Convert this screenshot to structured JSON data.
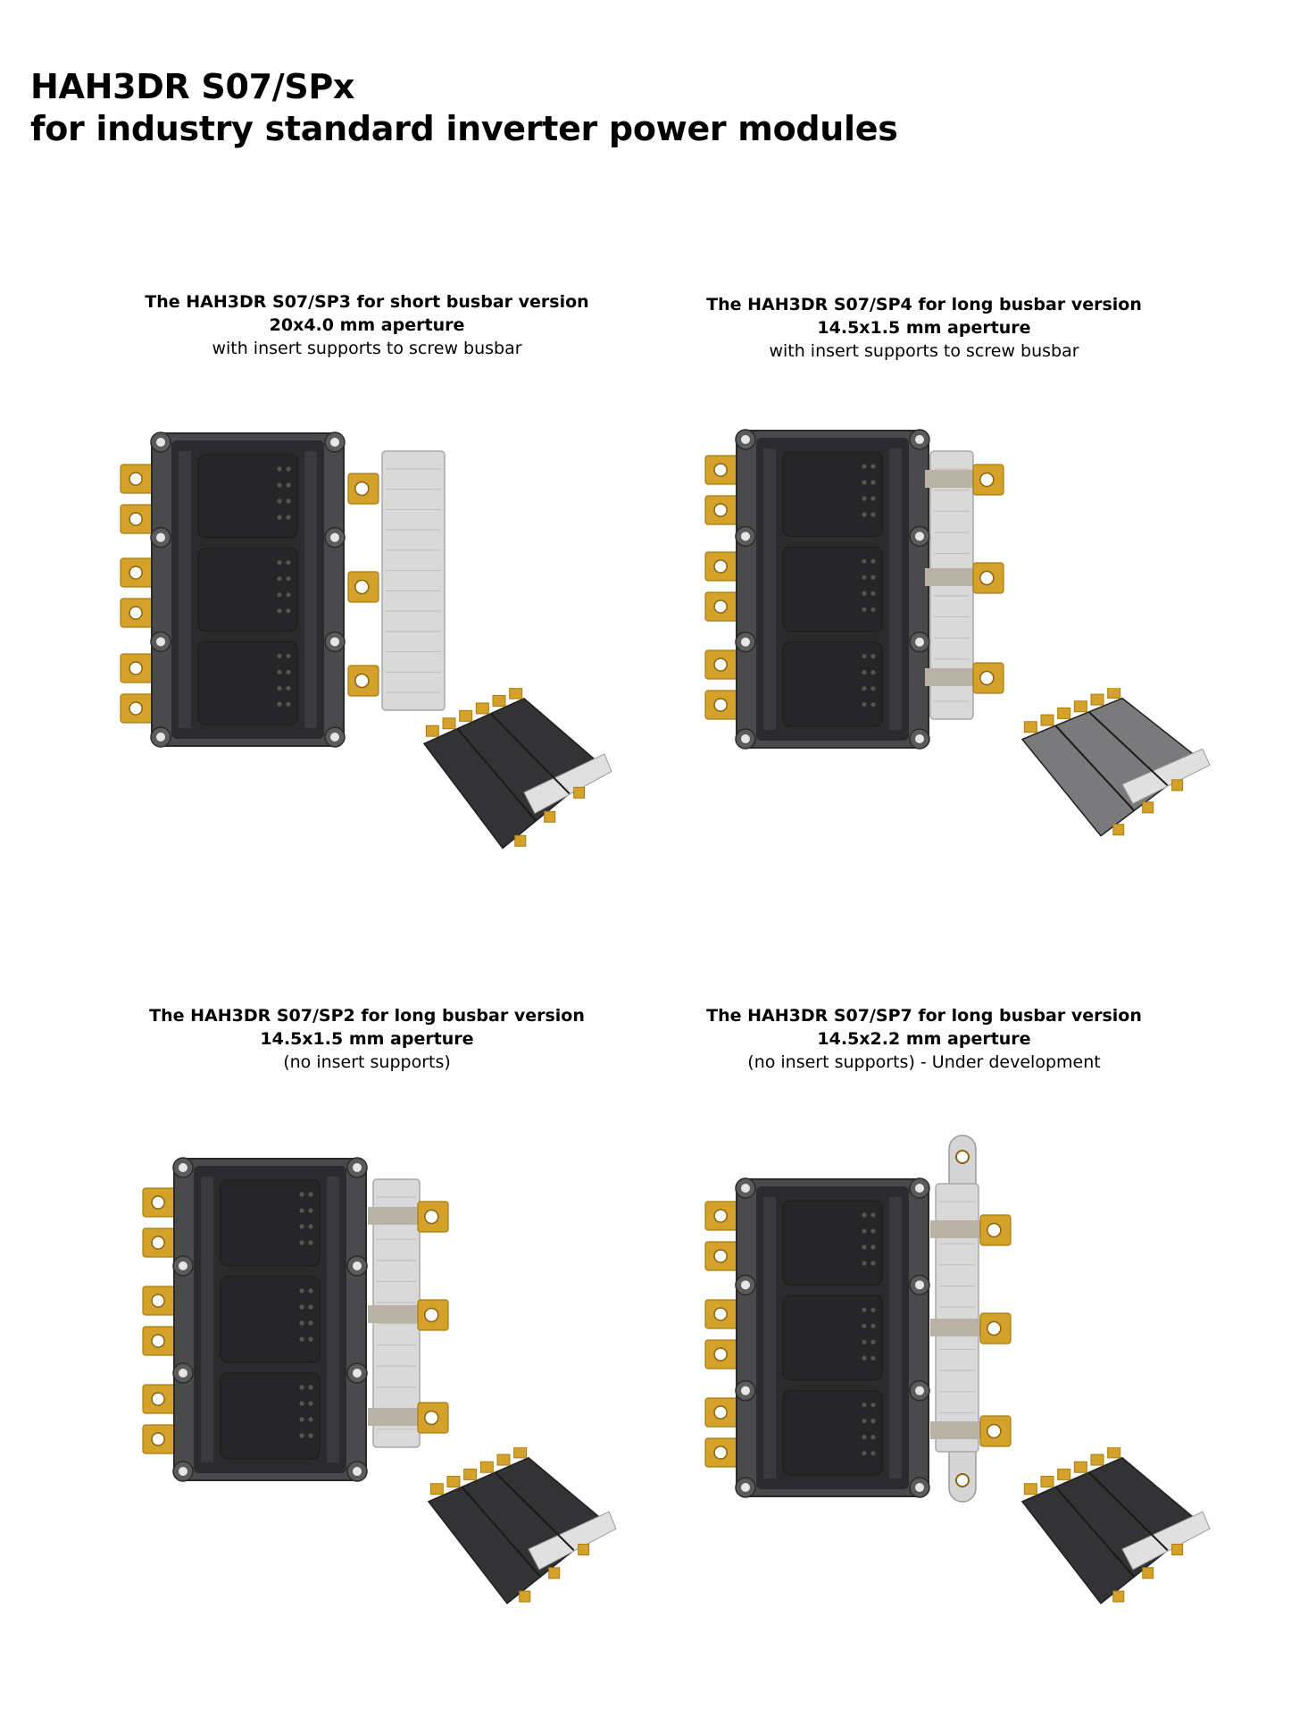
{
  "heading": {
    "line1": "HAH3DR S07/SPx",
    "line2": "for industry standard inverter power modules"
  },
  "products": [
    {
      "line1": "The HAH3DR S07/SP3 for short busbar version",
      "line2": "20x4.0 mm aperture",
      "line3": "with insert supports to screw busbar"
    },
    {
      "line1": "The HAH3DR S07/SP4 for long busbar version",
      "line2": "14.5x1.5 mm aperture",
      "line3": "with insert supports to screw busbar"
    },
    {
      "line1": "The HAH3DR S07/SP2 for long busbar version",
      "line2": "14.5x1.5 mm aperture",
      "line3": "(no insert supports)"
    },
    {
      "line1": "The HAH3DR S07/SP7 for long busbar version",
      "line2": "14.5x2.2 mm aperture",
      "line3": "(no insert supports) - Under development"
    }
  ],
  "colors": {
    "module_body": "#2b2b2d",
    "module_frame": "#4a4a4c",
    "terminal_gold": "#d4a22a",
    "sensor_housing": "#d9d9d9"
  }
}
